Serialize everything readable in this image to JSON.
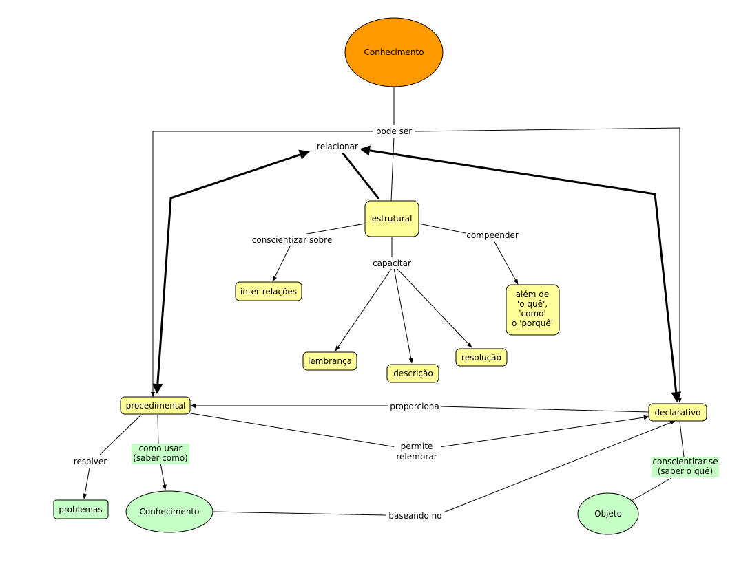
{
  "colors": {
    "orange": "#FF9900",
    "yellow": "#FFFF99",
    "green": "#C6FFC6",
    "green_label": "#C6FFC6",
    "stroke": "#000000"
  },
  "nodes": {
    "conhecimento_top": "Conhecimento",
    "estrutural": "estrutural",
    "inter_relacoes": "inter relações",
    "lembranca": "lembrança",
    "descricao": "descrição",
    "resolucao": "resolução",
    "alem_de": [
      "além de",
      "'o quê',",
      "'como'",
      "o 'porquê'"
    ],
    "procedimental": "procedimental",
    "declarativo": "declarativo",
    "problemas": "problemas",
    "conhecimento_bottom": "Conhecimento",
    "objeto": "Objeto"
  },
  "links": {
    "pode_ser": "pode ser",
    "relacionar": "relacionar",
    "conscientizar_sobre": "conscientizar sobre",
    "capacitar": "capacitar",
    "compeender": "compeender",
    "proporciona": "proporciona",
    "permite_relembrar": [
      "permite",
      "relembrar"
    ],
    "resolver": "resolver",
    "como_usar": [
      "como usar",
      "(saber como)"
    ],
    "conscientirar_se": [
      "conscientirar-se",
      "(saber o quê)"
    ],
    "baseando_no": "baseando no"
  }
}
